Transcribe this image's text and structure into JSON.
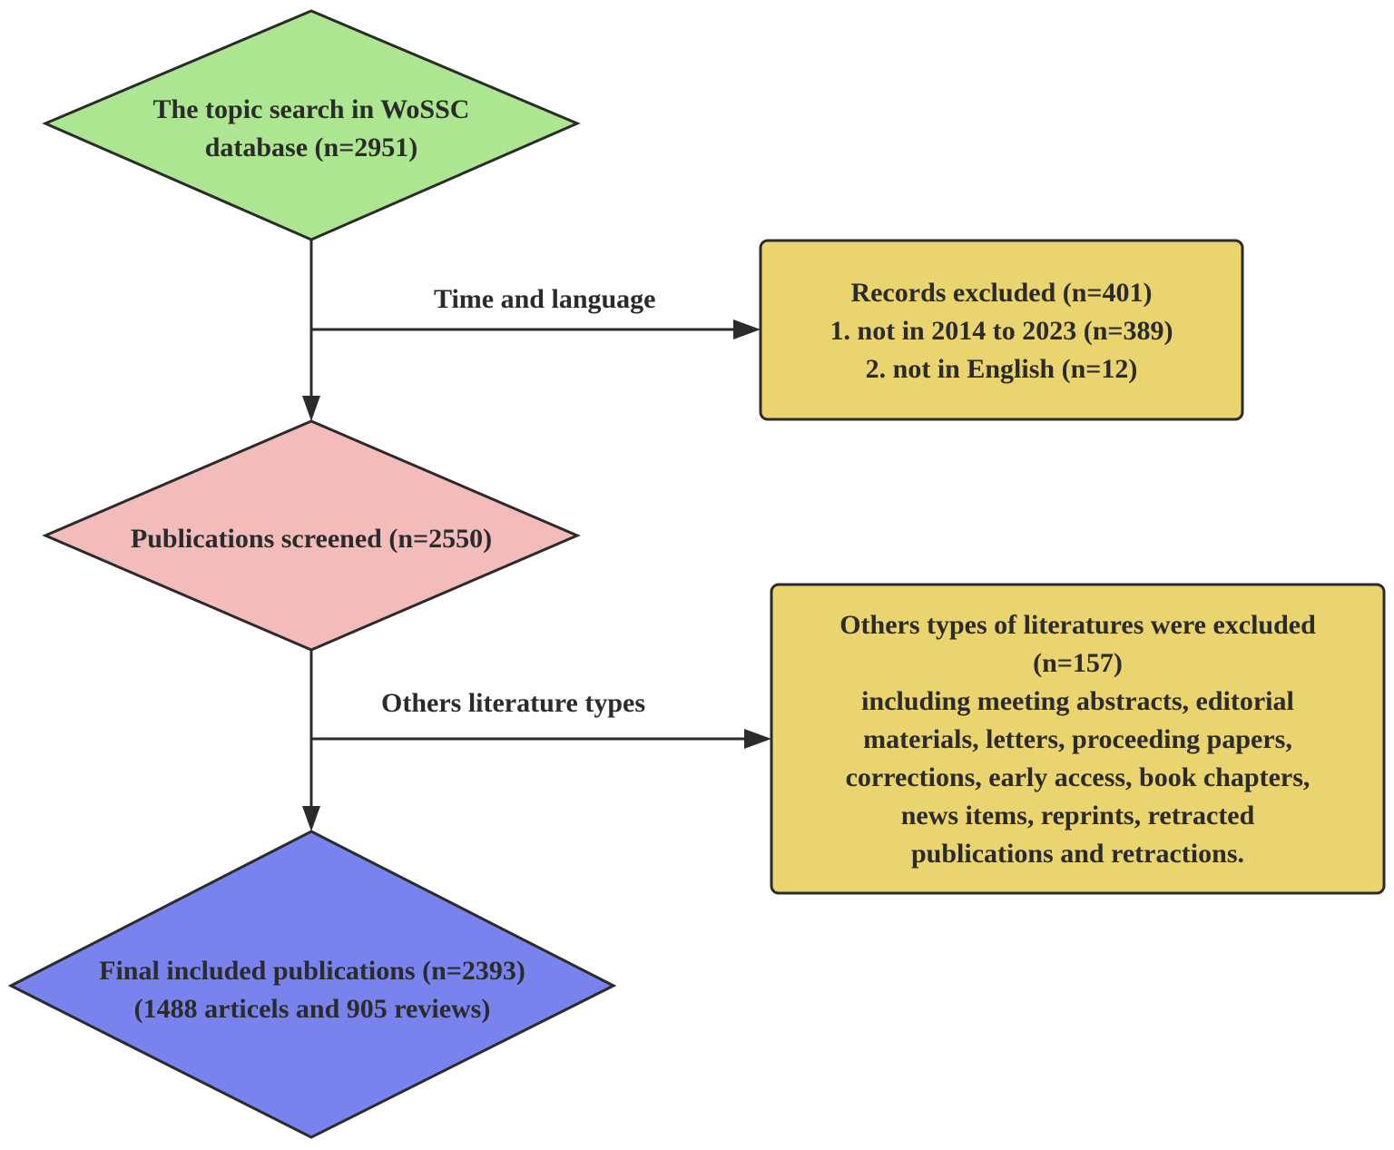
{
  "nodes": {
    "search": {
      "lines": [
        "The topic search in WoSSC",
        "database (n=2951)"
      ],
      "color": "#ade690"
    },
    "screened": {
      "lines": [
        "Publications screened (n=2550)"
      ],
      "color": "#f4bbbb"
    },
    "final": {
      "lines": [
        "Final included publications (n=2393)",
        "(1488 articels and 905 reviews)"
      ],
      "color": "#7883ee"
    }
  },
  "boxes": {
    "excluded_time": {
      "lines": [
        "Records excluded (n=401)",
        "1. not in 2014 to 2023 (n=389)",
        "2. not in English (n=12)"
      ],
      "color": "#e9d46f"
    },
    "excluded_types": {
      "lines": [
        "Others types of literatures were excluded",
        "(n=157)",
        "including meeting abstracts, editorial",
        "materials, letters, proceeding papers,",
        "corrections, early access, book chapters,",
        "news items, reprints, retracted",
        "publications and retractions."
      ],
      "color": "#e9d46f"
    }
  },
  "edges": {
    "time_language": "Time and language",
    "other_types": "Others literature types"
  },
  "colors": {
    "stroke": "#2b2b2b"
  }
}
